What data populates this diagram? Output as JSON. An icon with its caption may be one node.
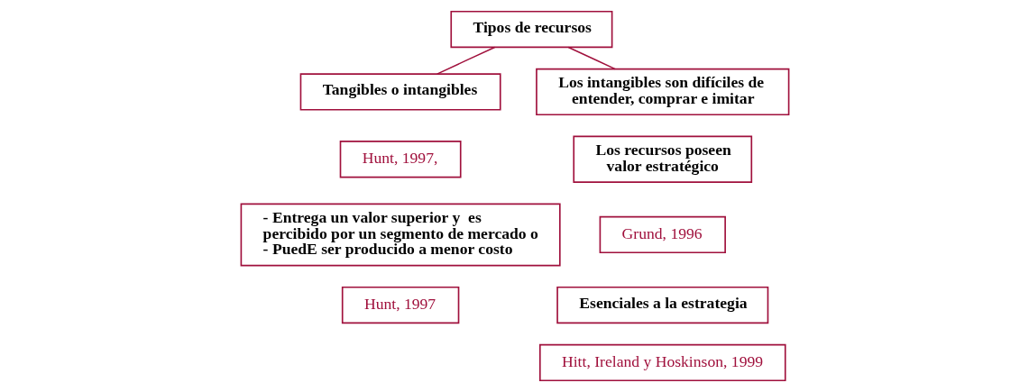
{
  "diagram": {
    "nodes": [
      {
        "text": [
          "Tipos de recursos"
        ]
      },
      {
        "text": [
          "Tangibles o intangibles"
        ]
      },
      {
        "text": [
          "Los intangibles son difíciles de  entender, comprar e imitar"
        ]
      },
      {
        "text": [
          "Hunt, 1997,"
        ]
      },
      {
        "text": [
          "Los recursos poseen valor estratégico"
        ]
      },
      {
        "text": [
          "- Entrega un valor superior y  es percibido por un segmento de mercado o",
          "- PuedE ser producido a menor costo"
        ]
      },
      {
        "text": [
          "Grund, 1996"
        ]
      },
      {
        "text": [
          "Esenciales a la estrategia"
        ]
      },
      {
        "text": [
          "Hunt, 1997"
        ]
      },
      {
        "text": [
          "Hitt, Ireland y Hoskinson, 1999"
        ]
      }
    ],
    "edges": [
      {
        "from": 0,
        "to": 1,
        "arrow": "none"
      },
      {
        "from": 0,
        "to": 2,
        "arrow": "none"
      }
    ]
  }
}
